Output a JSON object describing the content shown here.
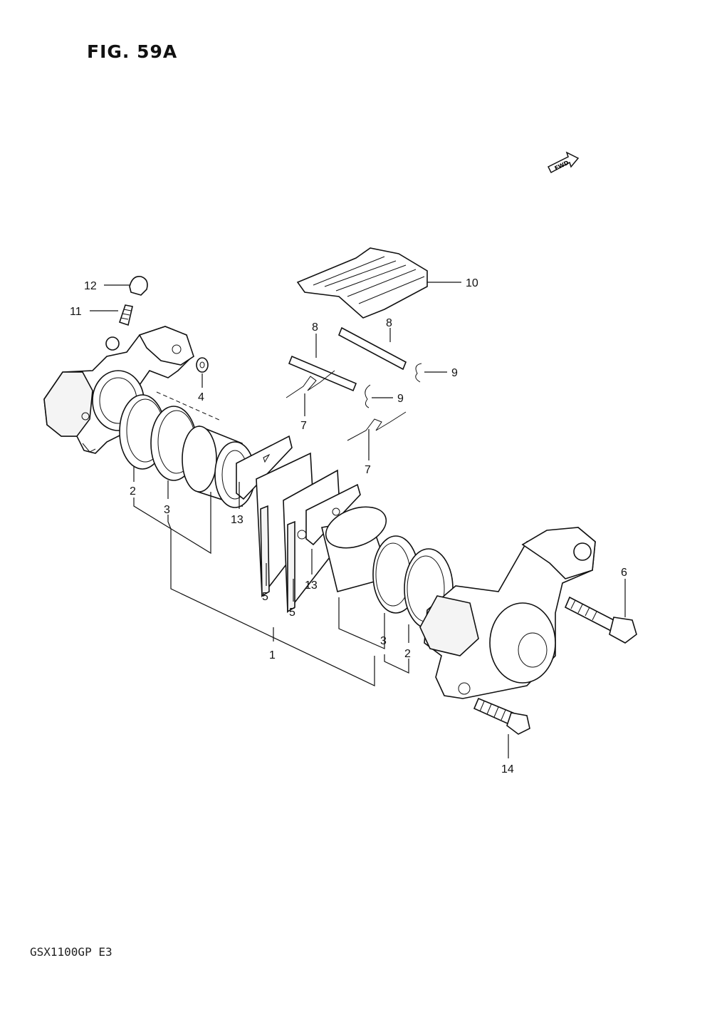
{
  "figure": {
    "title": "FIG. 59A"
  },
  "model_code": "GSX1100GP  E3",
  "forward_marker": {
    "label": "FWD",
    "icon": "forward-arrow-icon"
  },
  "callouts": {
    "c1": "1",
    "c2a": "2",
    "c2b": "2",
    "c3a": "3",
    "c3b": "3",
    "c4": "4",
    "c5a": "5",
    "c5b": "5",
    "c6": "6",
    "c7a": "7",
    "c7b": "7",
    "c8a": "8",
    "c8b": "8",
    "c9a": "9",
    "c9b": "9",
    "c10": "10",
    "c11": "11",
    "c12": "12",
    "c13a": "13",
    "c13b": "13",
    "c14": "14"
  },
  "colors": {
    "ink": "#111111",
    "paper": "#ffffff"
  }
}
